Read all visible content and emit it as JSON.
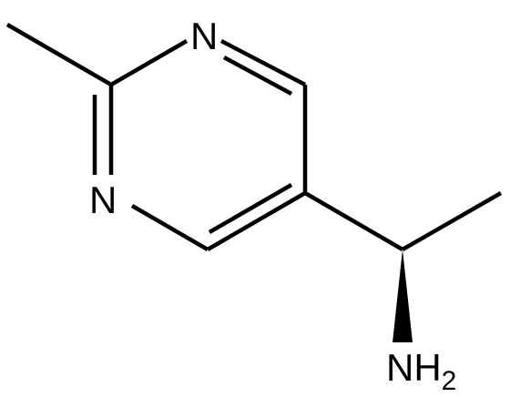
{
  "molecule": {
    "atoms": {
      "n1": "N",
      "n3": "N",
      "amine": "NH",
      "amine_subscript": "2"
    },
    "colors": {
      "ink": "#000000",
      "background": "#ffffff"
    }
  }
}
